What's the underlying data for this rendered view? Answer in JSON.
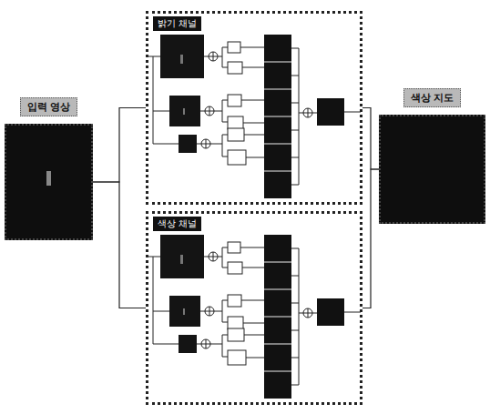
{
  "diagram": {
    "nodes": [
      {
        "text": [
          "입력 영상"
        ]
      },
      {
        "text": [
          "밝기 채널"
        ]
      },
      {
        "text": [
          "색상 채널"
        ]
      },
      {
        "text": [
          "색상 지도"
        ]
      }
    ],
    "edges": [
      {
        "from": 0,
        "to": 1,
        "arrow": "none"
      },
      {
        "from": 0,
        "to": 2,
        "arrow": "none"
      },
      {
        "from": 1,
        "to": 3,
        "arrow": "none"
      },
      {
        "from": 2,
        "to": 3,
        "arrow": "none"
      }
    ]
  }
}
